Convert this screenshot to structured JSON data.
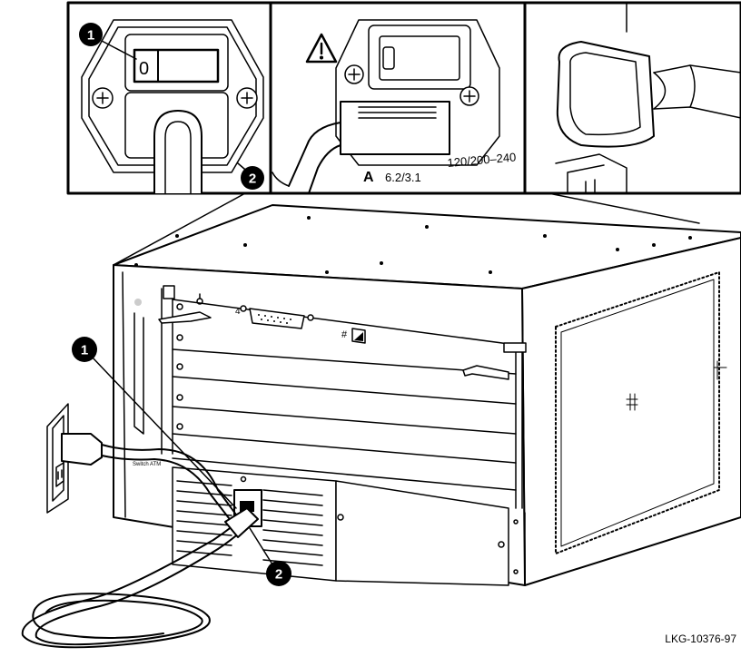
{
  "callouts": {
    "panel_switch_1": "1",
    "panel_switch_2": "2",
    "main_1": "1",
    "main_2": "2"
  },
  "panel_switch": {
    "switch_position_label": "0"
  },
  "panel_plug": {
    "voltage_label": "120/200–240",
    "amp_unit": "A",
    "amp_label": "6.2/3.1"
  },
  "chassis": {
    "slot_number": "4",
    "slot_symbol": "#",
    "brand_text": "Switch ATM"
  },
  "figure_id": "LKG-10376-97",
  "icons": [
    "warning-icon",
    "screw-icon",
    "power-plug-icon",
    "wall-outlet-icon"
  ]
}
